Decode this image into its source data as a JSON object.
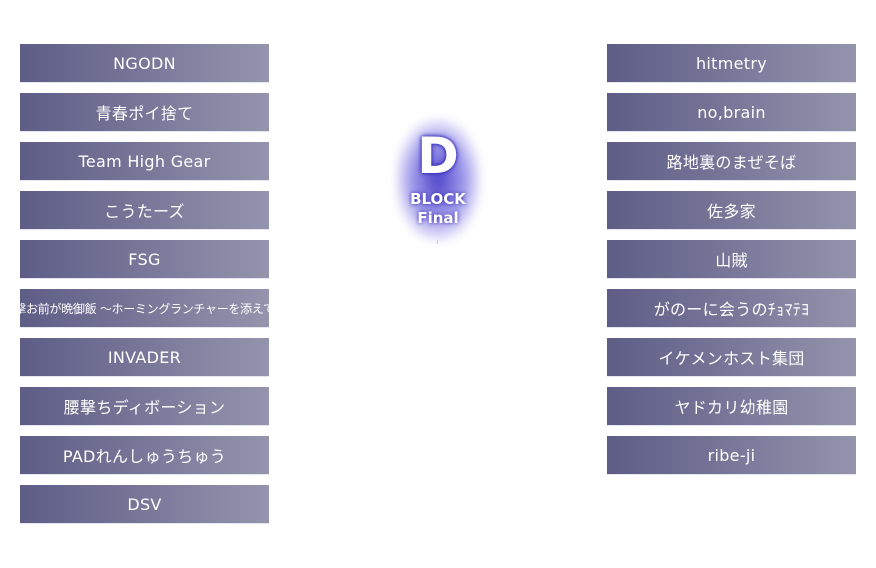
{
  "block": {
    "letter": "D",
    "word": "BLOCK",
    "stage": "Final"
  },
  "left_teams": [
    {
      "name": "NGODN"
    },
    {
      "name": "青春ポイ捨て"
    },
    {
      "name": "Team High Gear"
    },
    {
      "name": "こうたーズ"
    },
    {
      "name": "FSG"
    },
    {
      "name": "突撃お前が晩御飯 ～ホーミングランチャーを添えて～"
    },
    {
      "name": "INVADER"
    },
    {
      "name": "腰撃ちディボーション"
    },
    {
      "name": "PADれんしゅうちゅう"
    },
    {
      "name": "DSV"
    }
  ],
  "right_teams": [
    {
      "name": "hitmetry"
    },
    {
      "name": "no,brain"
    },
    {
      "name": "路地裏のまぜそば"
    },
    {
      "name": "佐多家"
    },
    {
      "name": "山賊"
    },
    {
      "name": "がのーに会うのﾁｮﾏﾃﾖ"
    },
    {
      "name": "イケメンホスト集団"
    },
    {
      "name": "ヤドカリ幼稚園"
    },
    {
      "name": "ribe-ji"
    }
  ]
}
